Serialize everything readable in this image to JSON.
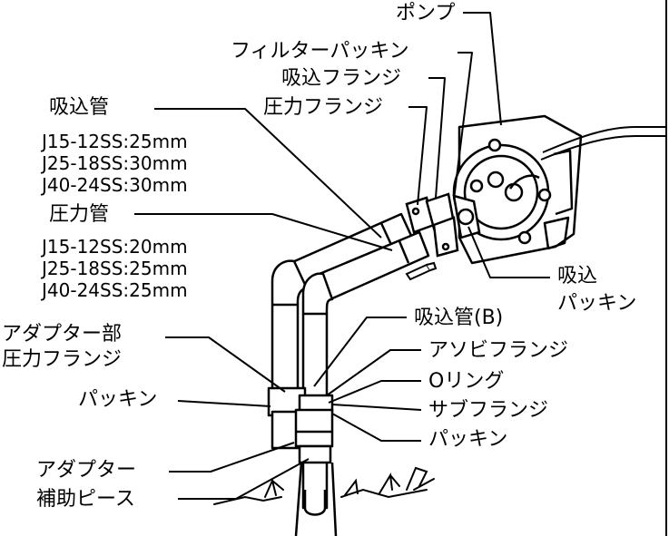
{
  "labels": {
    "pump": "ポンプ",
    "filter_packing": "フィルターパッキン",
    "suction_flange": "吸込フランジ",
    "pressure_flange": "圧力フランジ",
    "suction_pipe": "吸込管",
    "pressure_pipe": "圧力管",
    "suction_packing_line1": "吸込",
    "suction_packing_line2": "パッキン",
    "suction_pipe_b": "吸込管(B)",
    "adapter_pressure_flange_line1": "アダプター部",
    "adapter_pressure_flange_line2": "圧力フランジ",
    "asobi_flange": "アソビフランジ",
    "o_ring": "Oリング",
    "packing_left": "パッキン",
    "sub_flange": "サブフランジ",
    "packing_right": "パッキン",
    "adapter": "アダプター",
    "aux_piece": "補助ピース"
  },
  "suction_pipe_specs": [
    "J15-12SS:25mm",
    "J25-18SS:30mm",
    "J40-24SS:30mm"
  ],
  "pressure_pipe_specs": [
    "J15-12SS:20mm",
    "J25-18SS:25mm",
    "J40-24SS:25mm"
  ]
}
